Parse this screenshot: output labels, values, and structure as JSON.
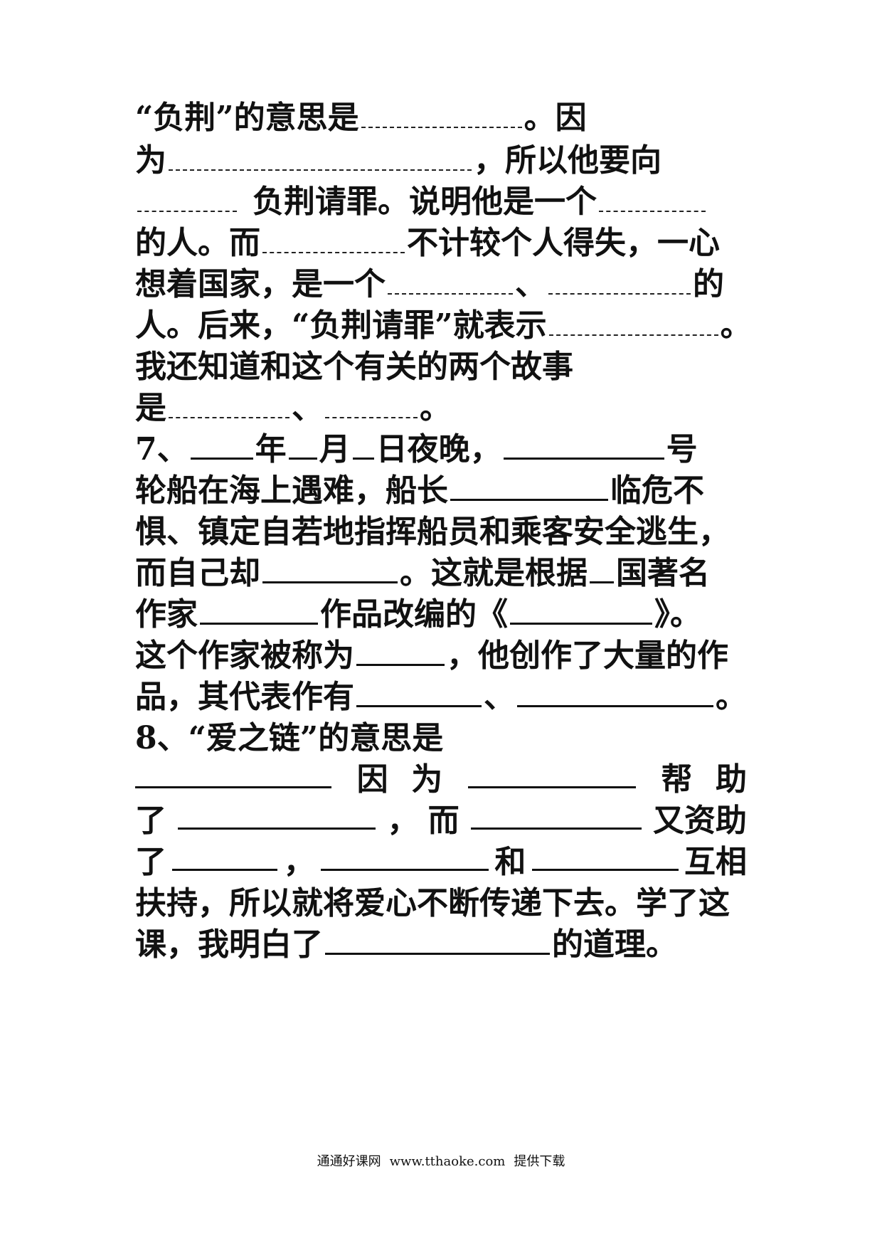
{
  "lines": {
    "l1": {
      "a": "“负荆”的意思是",
      "b": "。因"
    },
    "l2": {
      "a": "为",
      "b": "，所以他要向"
    },
    "l3": {
      "a": "负荆请罪。说明他是一个"
    },
    "l4": {
      "a": "的人。而",
      "b": "不计较个人得失，一心"
    },
    "l5": {
      "a": "想着国家，是一个",
      "b": "、",
      "c": "的"
    },
    "l6": {
      "a": "人。后来，“负荆请罪”就表示",
      "b": "。"
    },
    "l7": {
      "a": "我还知道和这个有关的两个故事"
    },
    "l8": {
      "a": "是",
      "b": "、",
      "c": "。"
    },
    "l9": {
      "a": "7、",
      "b": "年",
      "c": "月",
      "d": "日夜晚，",
      "e": "号"
    },
    "l10": {
      "a": "轮船在海上遇难，船长",
      "b": "临危不"
    },
    "l11": {
      "a": "惧、镇定自若地指挥船员和乘客安全逃生，"
    },
    "l12": {
      "a": "而自己却",
      "b": "。这就是根据",
      "c": "国著名"
    },
    "l13": {
      "a": "作家",
      "b": "作品改编的《",
      "c": "》。"
    },
    "l14": {
      "a": "这个作家被称为",
      "b": "，他创作了大量的作"
    },
    "l15": {
      "a": "品，其代表作有",
      "b": "、",
      "c": "。"
    },
    "l16": {
      "a": "8、“爱之链”的意思是"
    },
    "l17": {
      "a": "因",
      "b": "为",
      "c": "帮",
      "d": "助"
    },
    "l18": {
      "a": "了",
      "b": "，",
      "c": "而",
      "d": "又资助"
    },
    "l19": {
      "a": "了",
      "b": "，",
      "c": "和",
      "d": "互相"
    },
    "l20": {
      "a": "扶持，所以就将爱心不断传递下去。学了这"
    },
    "l21": {
      "a": "课，我明白了",
      "b": "的道理。"
    }
  },
  "footer": {
    "site_name": "通通好课网",
    "url": "www.tthaoke.com",
    "note": "提供下载"
  }
}
